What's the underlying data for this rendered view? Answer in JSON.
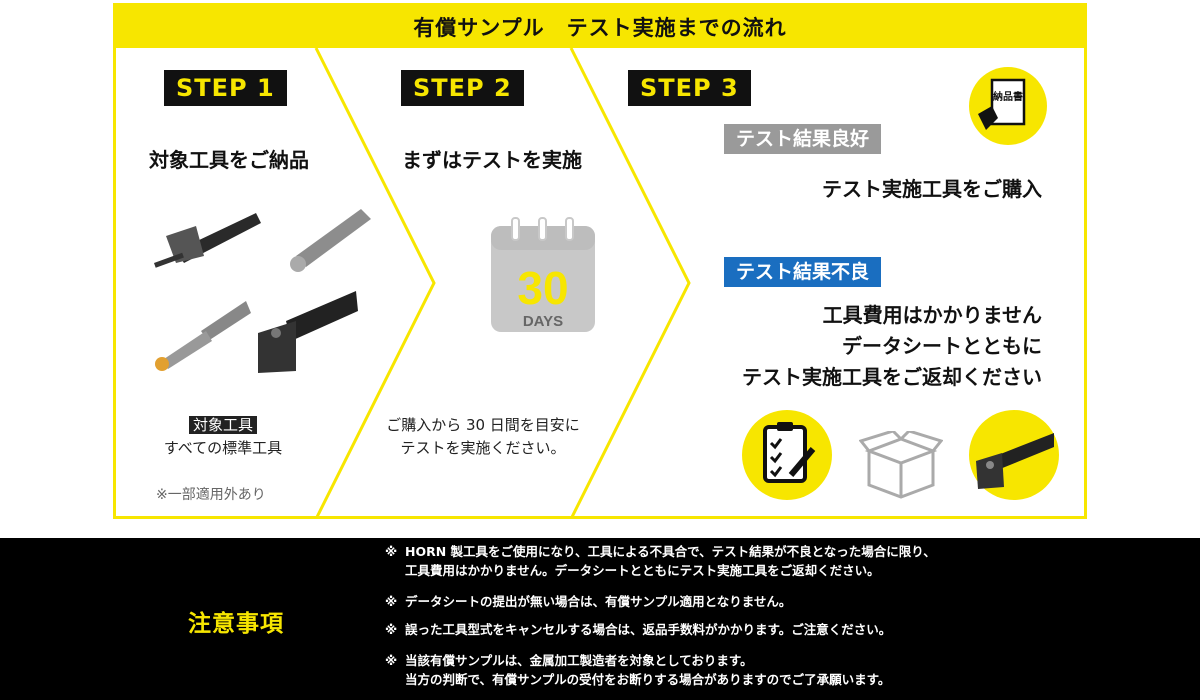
{
  "title": "有償サンプル　テスト実施までの流れ",
  "steps": [
    {
      "badge": "STEP 1",
      "heading": "対象工具をご納品",
      "tag": "対象工具",
      "desc": "すべての標準工具",
      "note": "※一部適用外あり"
    },
    {
      "badge": "STEP 2",
      "heading": "まずはテストを実施",
      "calendar_number": "30",
      "calendar_unit": "DAYS",
      "desc_line1": "ご購入から 30 日間を目安に",
      "desc_line2": "テストを実施ください。"
    },
    {
      "badge": "STEP 3",
      "good_label": "テスト結果良好",
      "good_text": "テスト実施工具をご購入",
      "bad_label": "テスト結果不良",
      "bad_line1": "工具費用はかかりません",
      "bad_line2": "データシートとともに",
      "bad_line3": "テスト実施工具をご返却ください",
      "doc_icon_text": "納品書"
    }
  ],
  "icons": [
    "delivery-document-icon",
    "clipboard-checklist-icon",
    "box-icon",
    "tool-holder-icon",
    "calendar-icon"
  ],
  "notes": {
    "title": "注意事項",
    "mark": "※",
    "items": [
      {
        "line1": "HORN 製工具をご使用になり、工具による不具合で、テスト結果が不良となった場合に限り、",
        "line2": "工具費用はかかりません。データシートとともにテスト実施工具をご返却ください。"
      },
      {
        "line1": "データシートの提出が無い場合は、有償サンプル適用となりません。"
      },
      {
        "line1": "誤った工具型式をキャンセルする場合は、返品手数料がかかります。ご注意ください。"
      },
      {
        "line1": "当該有償サンプルは、金属加工製造者を対象としております。",
        "line2": "当方の判断で、有償サンプルの受付をお断りする場合がありますのでご了承願います。"
      }
    ]
  },
  "colors": {
    "accent": "#f7e600",
    "good": "#9a9a9a",
    "bad": "#1a6ec0",
    "dark": "#111111",
    "calendar": "#c8c8c8"
  }
}
